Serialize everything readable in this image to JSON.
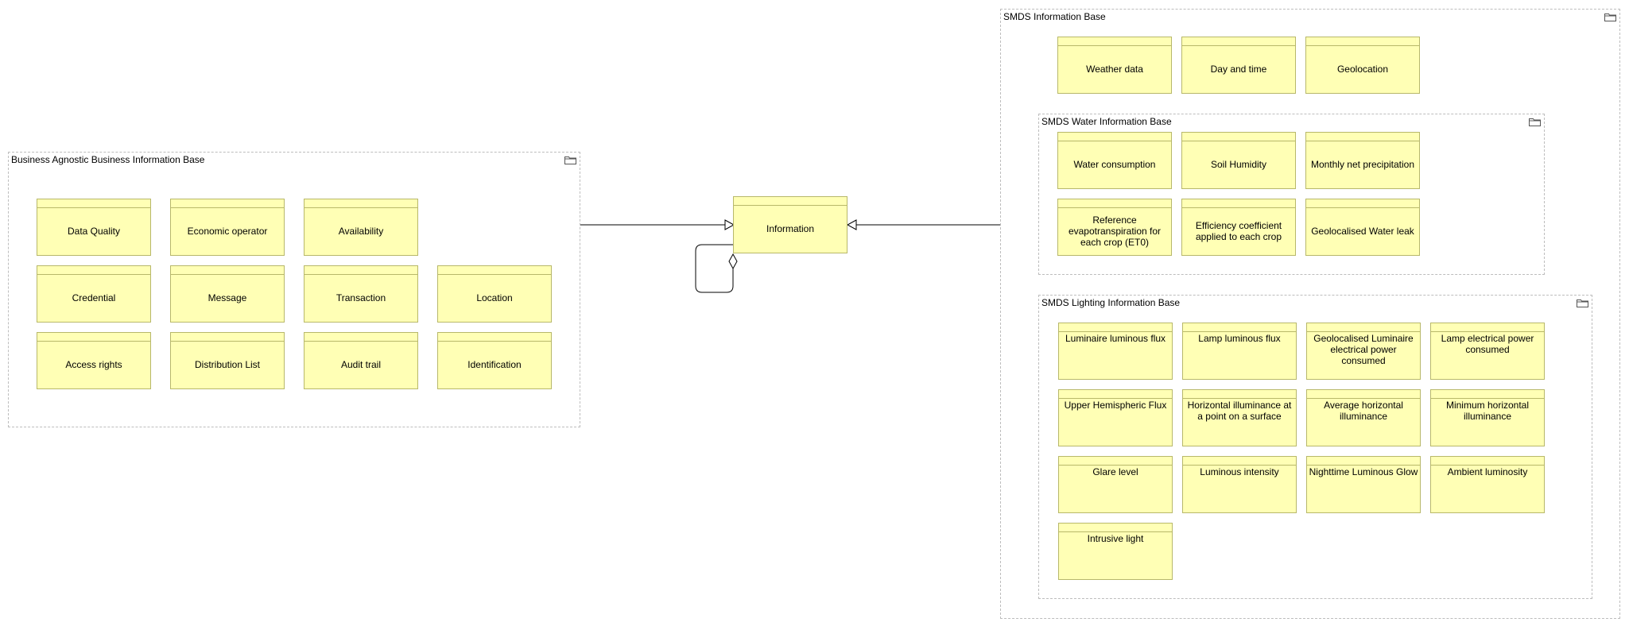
{
  "groups": {
    "business": {
      "title": "Business Agnostic Business Information Base"
    },
    "smds": {
      "title": "SMDS Information Base"
    },
    "water": {
      "title": "SMDS Water Information Base"
    },
    "lighting": {
      "title": "SMDS Lighting Information Base"
    }
  },
  "center": {
    "label": "Information"
  },
  "business_items": [
    "Data Quality",
    "Economic operator",
    "Availability",
    "Credential",
    "Message",
    "Transaction",
    "Location",
    "Access rights",
    "Distribution List",
    "Audit trail",
    "Identification"
  ],
  "smds_items": [
    "Weather data",
    "Day and time",
    "Geolocation"
  ],
  "water_items": [
    "Water consumption",
    "Soil Humidity",
    "Monthly net precipitation",
    "Reference evapotranspiration for each crop (ET0)",
    "Efficiency coefficient applied to each crop",
    "Geolocalised Water leak"
  ],
  "lighting_items": [
    "Luminaire luminous flux",
    "Lamp luminous flux",
    "Geolocalised Luminaire electrical power consumed",
    "Lamp electrical power consumed",
    "Upper Hemispheric Flux",
    "Horizontal illuminance at a point on a surface",
    "Average horizontal illuminance",
    "Minimum horizontal illuminance",
    "Glare level",
    "Luminous intensity",
    "Nighttime Luminous Glow",
    "Ambient luminosity",
    "Intrusive light"
  ]
}
